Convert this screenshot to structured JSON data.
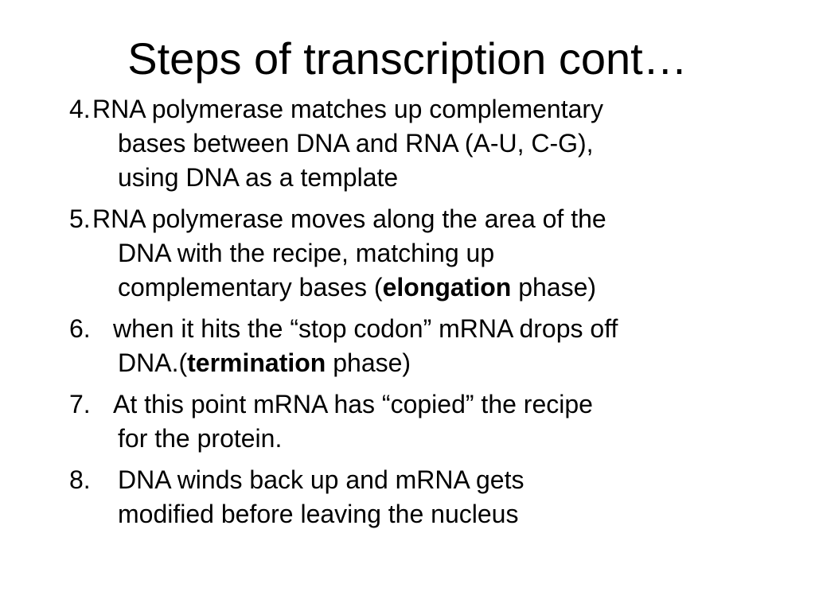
{
  "slide": {
    "title": "Steps of transcription cont…",
    "steps": [
      {
        "number": "4.",
        "lines": [
          [
            "RNA polymerase matches up complementary"
          ],
          [
            "bases between DNA and RNA (A-U, C-G),"
          ],
          [
            "using DNA as a template"
          ]
        ]
      },
      {
        "number": "5.",
        "lines": [
          [
            "RNA polymerase moves along the area of the"
          ],
          [
            "DNA with the recipe, matching up"
          ],
          [
            "complementary bases ("
          ],
          [
            "elongation"
          ],
          [
            " phase)"
          ]
        ]
      },
      {
        "number": "6.",
        "lines": [
          [
            "when it hits the “stop codon” mRNA drops off"
          ],
          [
            "DNA.("
          ],
          [
            "termination"
          ],
          [
            " phase)"
          ]
        ]
      },
      {
        "number": "7.",
        "lines": [
          [
            "At this point mRNA has “copied” the recipe"
          ],
          [
            "for the protein."
          ]
        ]
      },
      {
        "number": "8.",
        "lines": [
          [
            "DNA winds back up and mRNA gets"
          ],
          [
            "modified before leaving the nucleus"
          ]
        ]
      }
    ]
  }
}
